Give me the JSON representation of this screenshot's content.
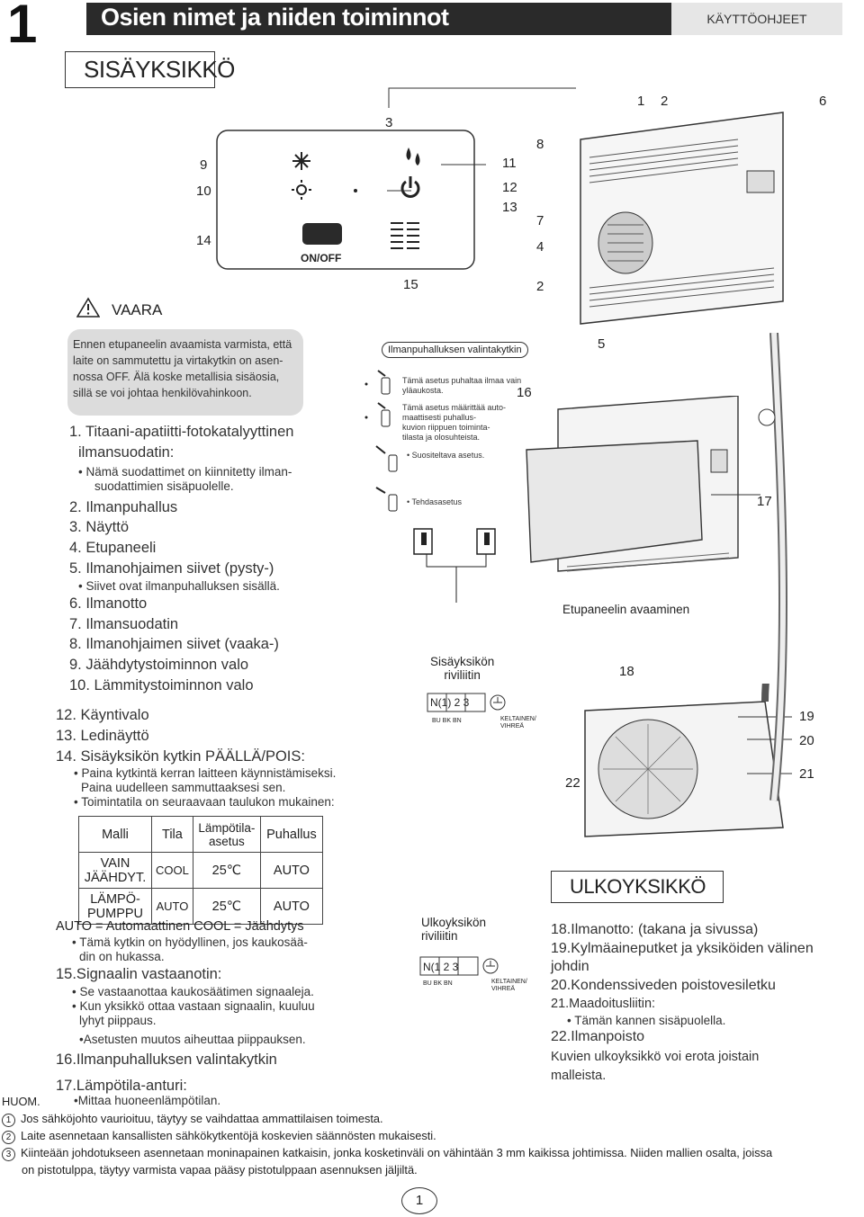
{
  "header": {
    "chapter_number": "1",
    "title": "Osien nimet ja niiden toiminnot",
    "manual_label": "KÄYTTÖOHJEET"
  },
  "sections": {
    "indoor": "SISÄYKSIKKÖ",
    "outdoor": "ULKOYKSIKKÖ"
  },
  "warning": {
    "label": "VAARA",
    "lines": [
      "Ennen etupaneelin avaamista varmista, että",
      "laite on sammutettu ja virtakytkin on asen-",
      "nossa OFF. Älä koske metallisia sisäosia,",
      "sillä se voi johtaa henkilövahinkoon."
    ]
  },
  "control_panel": {
    "onoff_label": "ON/OFF",
    "numbers": [
      "9",
      "10",
      "14",
      "3",
      "11",
      "12",
      "13",
      "15"
    ]
  },
  "indoor_unit_numbers": [
    "1",
    "2",
    "6",
    "8",
    "7",
    "4",
    "2",
    "5"
  ],
  "indoor_list": {
    "item1": "1. Titaani-apatiitti-fotokatalyyttinen",
    "item1b": "ilmansuodatin:",
    "item1_sub1": "• Nämä suodattimet on kiinnitetty ilman-",
    "item1_sub2": "suodattimien sisäpuolelle.",
    "item2": "2. Ilmanpuhallus",
    "item3": "3. Näyttö",
    "item4": "4. Etupaneeli",
    "item5": "5. Ilmanohjaimen siivet (pysty-)",
    "item5_sub": "• Siivet ovat ilmanpuhalluksen sisällä.",
    "item6": "6. Ilmanotto",
    "item7": "7. Ilmansuodatin",
    "item8": "8. Ilmanohjaimen siivet (vaaka-)",
    "item9": "9. Jäähdytystoiminnon valo",
    "item10": "10. Lämmitystoiminnon valo",
    "item12": "12. Käyntivalo",
    "item13": "13. Ledinäyttö",
    "item14": "14. Sisäyksikön kytkin PÄÄLLÄ/POIS:",
    "item14_sub1": "• Paina kytkintä kerran laitteen käynnistämiseksi.",
    "item14_sub2": "Paina uudelleen sammuttaaksesi sen.",
    "item14_sub3": "• Toimintatila on seuraavaan taulukon mukainen:"
  },
  "mode_table": {
    "headers": [
      "Malli",
      "Tila",
      "Lämpötila-\nasetus",
      "Puhallus"
    ],
    "rows": [
      [
        "VAIN\nJÄÄHDYT.",
        "COOL",
        "25℃",
        "AUTO"
      ],
      [
        "LÄMPÖ-\nPUMPPU",
        "AUTO",
        "25℃",
        "AUTO"
      ]
    ]
  },
  "after_table": {
    "legend": "AUTO = Automaattinen COOL = Jäähdytys",
    "line1": "• Tämä kytkin on hyödyllinen, jos kaukosää-",
    "line2": "din on hukassa.",
    "item15": "15.Signaalin vastaanotin:",
    "item15_sub1": "• Se vastaanottaa kaukosäätimen signaaleja.",
    "item15_sub2": "• Kun yksikkö ottaa vastaan signaalin, kuuluu",
    "item15_sub3": "lyhyt piippaus.",
    "item15_sub4": "•Asetusten muutos aiheuttaa piippauksen.",
    "item16": "16.Ilmanpuhalluksen valintakytkin",
    "item17": "17.Lämpötila-anturi:",
    "item17_sub": "•Mittaa huoneenlämpötilan."
  },
  "outdoor_list": {
    "item18": "18.Ilmanotto: (takana ja sivussa)",
    "item19": "19.Kylmäaineputket ja yksiköiden välinen",
    "item19b": "johdin",
    "item20": "20.Kondenssiveden poistovesiletku",
    "item21": "21.Maadoitusliitin:",
    "item21_sub": "• Tämän kannen sisäpuolella.",
    "item22": "22.Ilmanpoisto",
    "closing1": "Kuvien ulkoyksikkö voi erota joistain",
    "closing2": "malleista."
  },
  "airflow_switch": {
    "title": "Ilmanpuhalluksen valintakytkin",
    "text1a": "Tämä asetus puhaltaa ilmaa vain",
    "text1b": "yläaukosta.",
    "text2a": "Tämä asetus määrittää auto-",
    "text2b": "maattisesti puhallus-",
    "text2c": "kuvion riippuen toiminta-",
    "text2d": "tilasta ja olosuhteista.",
    "text3": "• Suositeltava asetus.",
    "text4": "• Tehdasasetus",
    "num16": "16"
  },
  "front_panel": {
    "caption": "Etupaneelin avaaminen",
    "num17": "17",
    "num18": "18"
  },
  "terminal_indoor": {
    "caption1": "Sisäyksikön",
    "caption2": "riviliitin",
    "terms": "N(1)  2   3",
    "wires": "BU     BK    BN",
    "gnd": "KELTAINEN/\nVIHREÄ"
  },
  "terminal_outdoor": {
    "caption1": "Ulkoyksikön",
    "caption2": "riviliitin",
    "terms": "N(1   2   3",
    "wires": "BU     BK    BN",
    "gnd": "KELTAINEN/\nVIHREÄ"
  },
  "outdoor_numbers": [
    "19",
    "20",
    "21",
    "22"
  ],
  "notes": {
    "huom": "HUOM.",
    "n1": "Jos sähköjohto vaurioituu, täytyy se vaihdattaa ammattilaisen toimesta.",
    "n2": "Laite asennetaan kansallisten sähkökytkentöjä koskevien säännösten mukaisesti.",
    "n3a": "Kiinteään johdotukseen asennetaan moninapainen katkaisin, jonka kosketinväli on vähintään 3 mm kaikissa johtimissa. Niiden mallien osalta, joissa",
    "n3b": "on pistotulppa, täytyy varmista vapaa pääsy pistotulppaan asennuksen jäljiltä.",
    "c1": "1",
    "c2": "2",
    "c3": "3"
  },
  "page_number": "1"
}
